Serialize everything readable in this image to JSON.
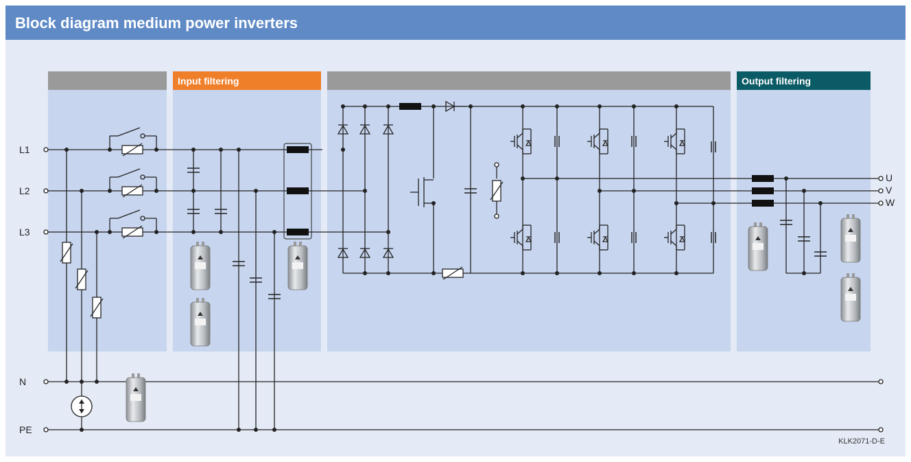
{
  "title": "Block diagram medium power inverters",
  "blocks": {
    "input_filtering": "Input filtering",
    "output_filtering": "Output filtering"
  },
  "inputs": [
    "L1",
    "L2",
    "L3"
  ],
  "outputs": [
    "U",
    "V",
    "W"
  ],
  "rails": [
    "N",
    "PE"
  ],
  "reference": "KLK2071-D-E"
}
